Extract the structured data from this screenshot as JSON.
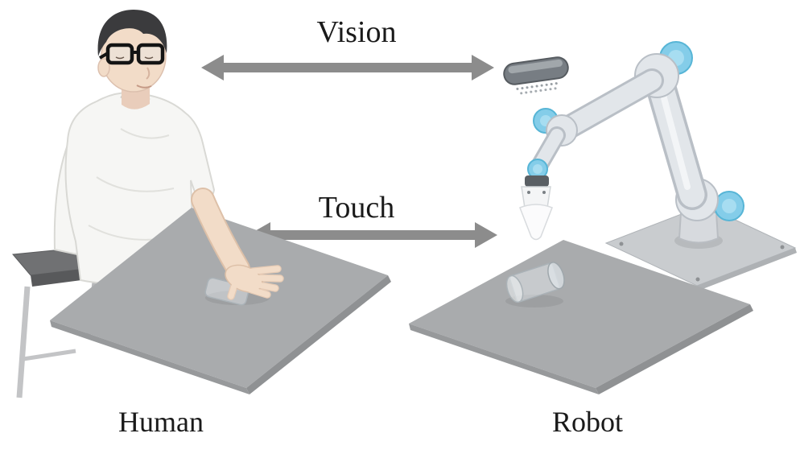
{
  "figure": {
    "labels": {
      "vision": "Vision",
      "touch": "Touch",
      "human": "Human",
      "robot": "Robot"
    },
    "colors": {
      "arrow_gray": "#8c8c8c",
      "table_gray": "#a9abad",
      "table_edge": "#8f9193",
      "robot_blue": "#84cde9",
      "robot_body": "#e2e6ea",
      "robot_outline": "#b9bfc6",
      "shirt_white": "#f6f6f4",
      "skin": "#f2dcc8",
      "hair_dark": "#3b3b3d",
      "cushion_gray": "#707173",
      "label_text": "#1a1a1a",
      "background": "#ffffff"
    }
  }
}
